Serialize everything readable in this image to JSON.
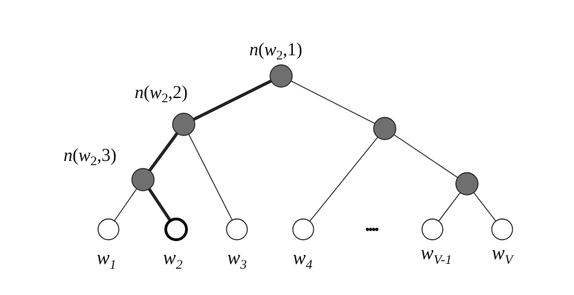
{
  "diagram": {
    "path_labels": [
      {
        "id": "n1",
        "fn": "n",
        "var": "w",
        "sub": "2",
        "level": "1"
      },
      {
        "id": "n2",
        "fn": "n",
        "var": "w",
        "sub": "2",
        "level": "2"
      },
      {
        "id": "n3",
        "fn": "n",
        "var": "w",
        "sub": "2",
        "level": "3"
      }
    ],
    "leaves": [
      {
        "id": "w1",
        "var": "w",
        "sub": "1",
        "highlighted": false
      },
      {
        "id": "w2",
        "var": "w",
        "sub": "2",
        "highlighted": true
      },
      {
        "id": "w3",
        "var": "w",
        "sub": "3",
        "highlighted": false
      },
      {
        "id": "w4",
        "var": "w",
        "sub": "4",
        "highlighted": false
      },
      {
        "id": "wV-1",
        "var": "w",
        "sub": "V-1",
        "highlighted": false
      },
      {
        "id": "wV",
        "var": "w",
        "sub": "V",
        "highlighted": false
      }
    ],
    "ellipsis": "····",
    "colors": {
      "inner_node": "#6f6f6f",
      "leaf_node": "#ffffff",
      "edge": "#222222",
      "highlight_path": "#000000"
    }
  }
}
